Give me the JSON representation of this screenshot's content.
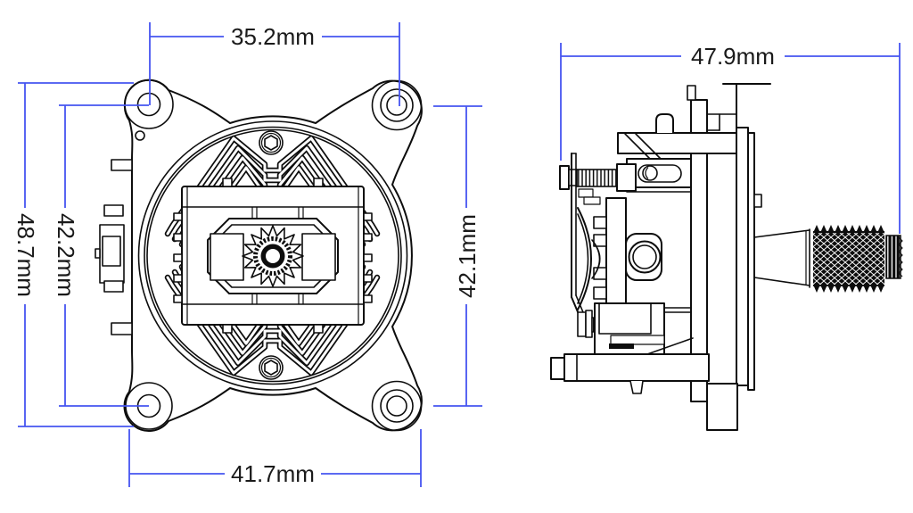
{
  "colors": {
    "background": "#ffffff",
    "drawing_line": "#0d0d0d",
    "dimension_line": "#4554f0",
    "dimension_text": "#1a1a1a"
  },
  "front_view": {
    "dimensions": {
      "top": {
        "label": "35.2mm"
      },
      "left_outer": {
        "label": "48.7mm"
      },
      "left_inner": {
        "label": "42.2mm"
      },
      "right": {
        "label": "42.1mm"
      },
      "bottom": {
        "label": "41.7mm"
      }
    }
  },
  "side_view": {
    "dimensions": {
      "width": {
        "label": "47.9mm"
      }
    }
  }
}
